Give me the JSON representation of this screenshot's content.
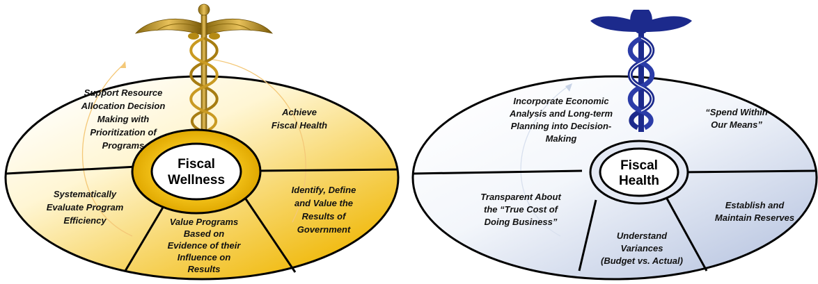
{
  "gold_diagram": {
    "center": [
      "Fiscal",
      "Wellness"
    ],
    "segments": {
      "top_left": [
        "Support Resource",
        "Allocation Decision",
        "Making with",
        "Prioritization of",
        "Programs"
      ],
      "top_right": [
        "Achieve",
        "Fiscal Health"
      ],
      "left": [
        "Systematically",
        "Evaluate Program",
        "Efficiency"
      ],
      "bottom": [
        "Value Programs",
        "Based on",
        "Evidence of their",
        "Influence on",
        "Results"
      ],
      "right": [
        "Identify, Define",
        "and Value the",
        "Results of",
        "Government"
      ]
    },
    "colors": {
      "fill": "#f3c21a",
      "light": "#fffbe8",
      "outline": "#000000",
      "caduceus": "#b8860b"
    }
  },
  "blue_diagram": {
    "center": [
      "Fiscal",
      "Health"
    ],
    "segments": {
      "top_left": [
        "Incorporate Economic",
        "Analysis and Long-term",
        "Planning into Decision-",
        "Making"
      ],
      "top_right": [
        "“Spend Within",
        "Our Means”"
      ],
      "left": [
        "Transparent About",
        "the “True Cost of",
        "Doing Business”"
      ],
      "bottom": [
        "Understand",
        "Variances",
        "(Budget vs. Actual)"
      ],
      "right": [
        "Establish and",
        "Maintain Reserves"
      ]
    },
    "colors": {
      "fill": "#c9d3e8",
      "light": "#ffffff",
      "outline": "#000000",
      "caduceus": "#1c2a8c"
    }
  }
}
